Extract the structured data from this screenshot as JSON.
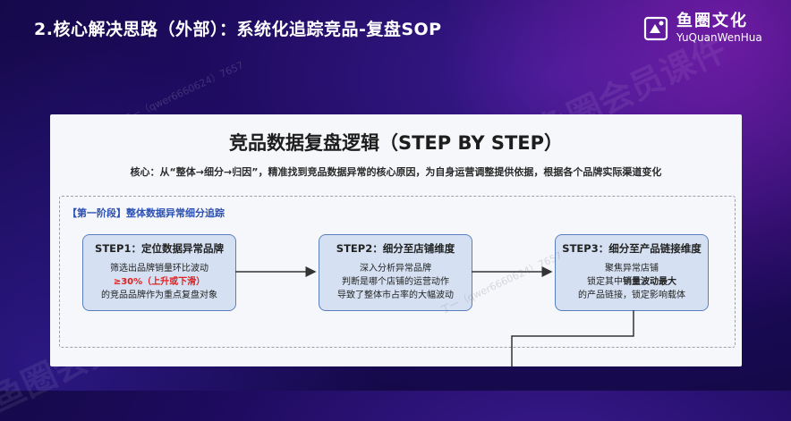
{
  "slide": {
    "title": "2.核心解决思路（外部）：系统化追踪竞品-复盘SOP"
  },
  "brand": {
    "name_cn": "鱼圈文化",
    "name_en": "YuQuanWenHua",
    "logo_icon": "yuquan-logo-icon"
  },
  "card": {
    "title": "竞品数据复盘逻辑（STEP BY STEP）",
    "subtitle": "核心：从“整体→细分→归因”，精准找到竞品数据异常的核心原因，为自身运营调整提供依据，根据各个品牌实际渠道变化",
    "stage_label": "【第一阶段】整体数据异常细分追踪",
    "steps": [
      {
        "title": "STEP1：定位数据异常品牌",
        "line1": "筛选出品牌销量环比波动",
        "line2": "≥30%（上升或下滑）",
        "line3": "的竞品品牌作为重点复盘对象"
      },
      {
        "title": "STEP2：细分至店铺维度",
        "line1": "深入分析异常品牌",
        "line2": "判断是哪个店铺的运营动作",
        "line3": "导致了整体市占率的大幅波动"
      },
      {
        "title": "STEP3：细分至产品链接维度",
        "line1": "聚焦异常店铺",
        "line2_prefix": "锁定其中",
        "line2_bold": "销量波动最大",
        "line3": "的产品链接，锁定影响载体"
      }
    ]
  },
  "watermarks": {
    "text_large": "鱼圈会员课件",
    "text_small": "丁一（qwer6660624）7657"
  },
  "colors": {
    "accent_blue": "#2b4fb3",
    "step_fill": "#d5e1f2",
    "step_border": "#5a7fbf",
    "highlight_red": "#e02020"
  }
}
